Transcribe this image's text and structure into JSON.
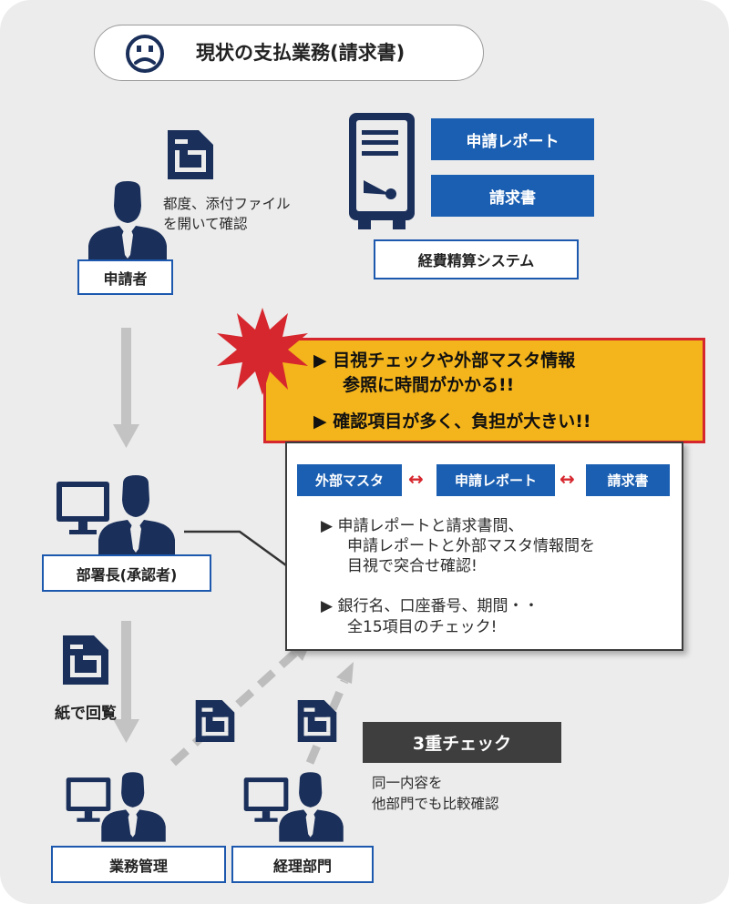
{
  "title": "現状の支払業務(請求書)",
  "system": {
    "button1": "申請レポート",
    "button2": "請求書",
    "label": "経費精算システム"
  },
  "applicant": {
    "note_line1": "都度、添付ファイル",
    "note_line2": "を開いて確認",
    "label": "申請者"
  },
  "manager": {
    "label": "部署長(承認者)"
  },
  "paper_note": "紙で回覧",
  "warning": {
    "line1": "▶ 目視チェックや外部マスタ情報",
    "line1b": "参照に時間がかかる!!",
    "line2": "▶ 確認項目が多く、負担が大きい!!"
  },
  "detail": {
    "btn_master": "外部マスタ",
    "btn_report": "申請レポート",
    "btn_invoice": "請求書",
    "arrow": "↔",
    "point1_line1": "▶ 申請レポートと請求書間、",
    "point1_line2": "申請レポートと外部マスタ情報間を",
    "point1_line3": "目視で突合せ確認!",
    "point2_line1": "▶ 銀行名、口座番号、期間・・",
    "point2_line2": "全15項目のチェック!"
  },
  "triple_check": {
    "label": "3重チェック",
    "note_line1": "同一内容を",
    "note_line2": "他部門でも比較確認"
  },
  "business": {
    "label": "業務管理"
  },
  "accounting": {
    "label": "経理部門"
  },
  "colors": {
    "blue": "#1b5fb2",
    "navy": "#1a2f5a",
    "warning_fill": "#f4b41b",
    "warning_border": "#d6272e",
    "arrow_gray": "#c3c3c3"
  }
}
